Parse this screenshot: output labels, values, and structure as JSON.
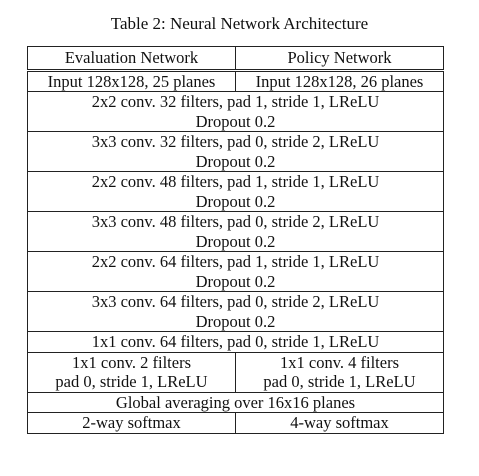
{
  "caption": "Table 2: Neural Network Architecture",
  "header": {
    "left": "Evaluation Network",
    "right": "Policy Network"
  },
  "input_row": {
    "left": "Input 128x128, 25 planes",
    "right": "Input 128x128, 26 planes"
  },
  "shared_layers": [
    {
      "conv": "2x2 conv. 32 filters, pad 1, stride 1, LReLU",
      "dropout": "Dropout 0.2"
    },
    {
      "conv": "3x3 conv. 32 filters, pad 0, stride 2, LReLU",
      "dropout": "Dropout 0.2"
    },
    {
      "conv": "2x2 conv. 48 filters, pad 1, stride 1, LReLU",
      "dropout": "Dropout 0.2"
    },
    {
      "conv": "3x3 conv. 48 filters, pad 0, stride 2, LReLU",
      "dropout": "Dropout 0.2"
    },
    {
      "conv": "2x2 conv. 64 filters, pad 1, stride 1, LReLU",
      "dropout": "Dropout 0.2"
    },
    {
      "conv": "3x3 conv. 64 filters, pad 0, stride 2, LReLU",
      "dropout": "Dropout 0.2"
    }
  ],
  "final_shared": "1x1 conv. 64 filters, pad 0, stride 1, LReLU",
  "split_conv": {
    "left_line1": "1x1 conv. 2 filters",
    "left_line2": "pad 0, stride 1, LReLU",
    "right_line1": "1x1 conv. 4 filters",
    "right_line2": "pad 0, stride 1, LReLU"
  },
  "global_avg": "Global averaging over 16x16 planes",
  "output_row": {
    "left": "2-way softmax",
    "right": "4-way softmax"
  }
}
